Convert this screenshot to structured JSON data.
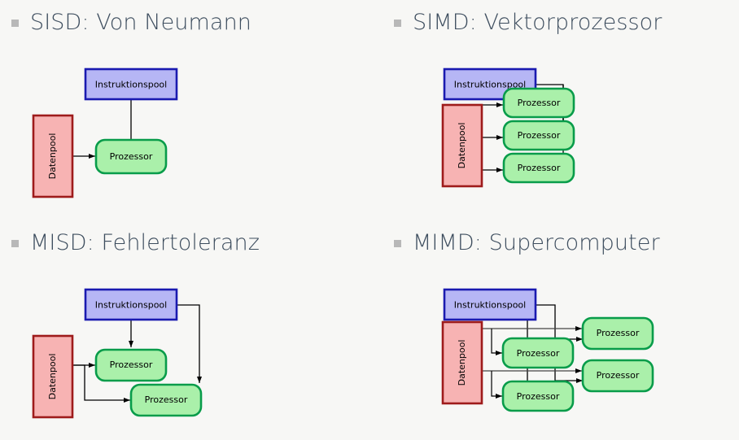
{
  "slide": {
    "background_color": "#f7f7f5",
    "heading_color": "#3d4d5e",
    "bullet_color": "#b8b8b8"
  },
  "palette": {
    "instruction_fill": "#b6b6f5",
    "instruction_stroke": "#1a1ab0",
    "data_fill": "#f7b3b3",
    "data_stroke": "#9e1b1b",
    "processor_fill": "#aaf0aa",
    "processor_stroke": "#089c4a",
    "arrow_color": "#000000",
    "text_color": "#000000"
  },
  "labels": {
    "instruction_pool": "Instruktionspool",
    "data_pool": "Datenpool",
    "processor": "Prozessor"
  },
  "quadrants": [
    {
      "id": "sisd",
      "position": "top-left",
      "heading": "SISD: Von Neumann",
      "blocks": {
        "instruction_pools": 1,
        "data_pools": 1,
        "processors": 1
      }
    },
    {
      "id": "simd",
      "position": "top-right",
      "heading": "SIMD: Vektorprozessor",
      "blocks": {
        "instruction_pools": 1,
        "data_pools": 1,
        "processors": 3
      }
    },
    {
      "id": "misd",
      "position": "bottom-left",
      "heading": "MISD: Fehlertoleranz",
      "blocks": {
        "instruction_pools": 1,
        "data_pools": 1,
        "processors": 2
      }
    },
    {
      "id": "mimd",
      "position": "bottom-right",
      "heading": "MIMD: Supercomputer",
      "blocks": {
        "instruction_pools": 1,
        "data_pools": 1,
        "processors": 4
      }
    }
  ]
}
